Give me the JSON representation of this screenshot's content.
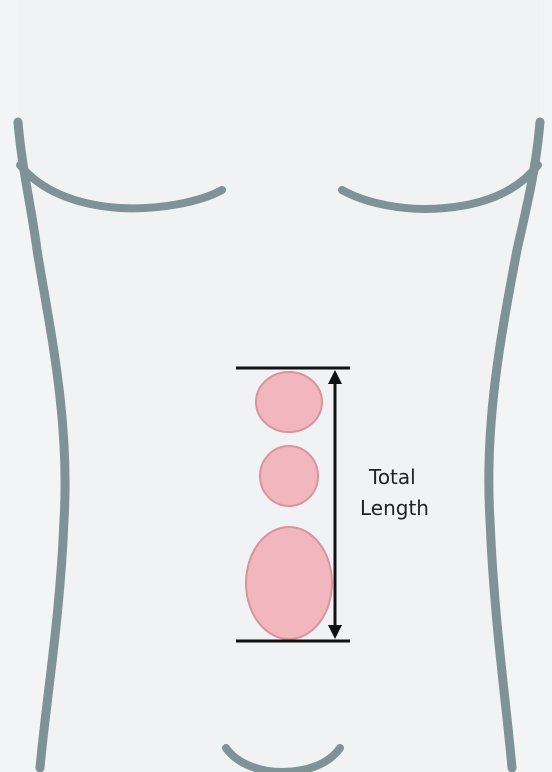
{
  "figure": {
    "label_line1": "Total",
    "label_line2": "Length",
    "colors": {
      "background": "#f3f4f6",
      "body_fill": "#f1f2f4",
      "body_outline": "#7f9296",
      "lesion_fill": "#f2b7be",
      "lesion_stroke": "#d9949d",
      "measure_line": "#111111"
    },
    "lesions_count": 3
  }
}
